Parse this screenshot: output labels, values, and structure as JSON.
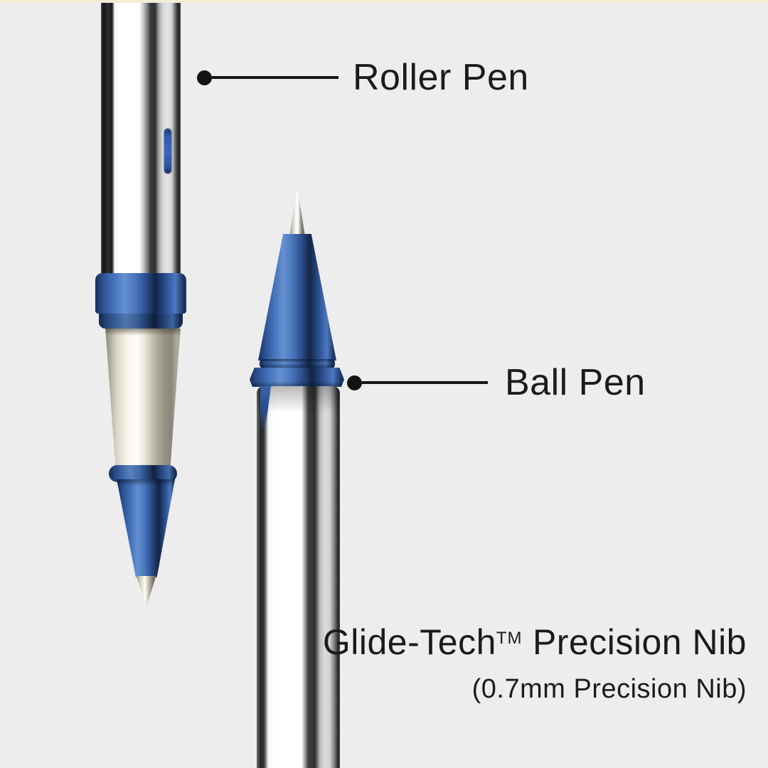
{
  "scene": {
    "background_color": "#ededee",
    "top_band_color": "#f3edd8",
    "text_color": "#1b1b1b",
    "accent_blue": "#3e6cb4",
    "chrome_highlight": "#ffffff",
    "grip_champagne": "#e9e6da"
  },
  "callouts": {
    "roller": {
      "label": "Roller Pen"
    },
    "ball": {
      "label": "Ball Pen"
    }
  },
  "caption": {
    "line1_prefix": "Glide-Tech",
    "line1_tm": "TM",
    "line1_suffix": " Precision Nib",
    "line2": "(0.7mm Precision Nib)"
  }
}
